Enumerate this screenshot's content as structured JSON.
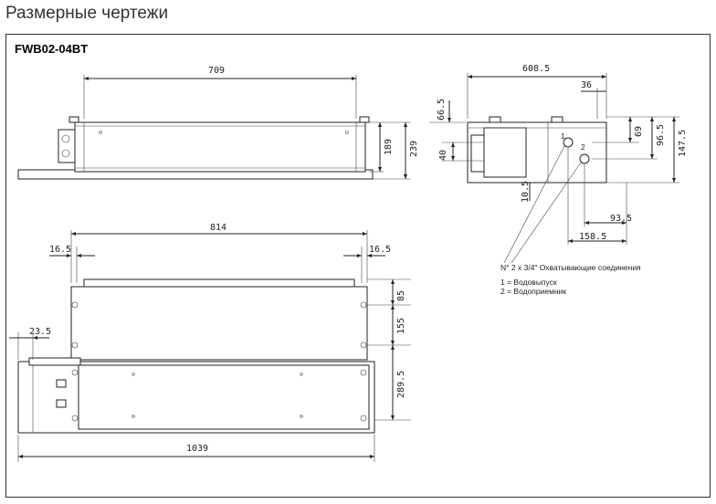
{
  "header": {
    "title": "Размерные чертежи"
  },
  "model": "FWB02-04BT",
  "dimensions": {
    "front_width": "709",
    "front_h1": "189",
    "front_h2": "239",
    "side_width": "608.5",
    "side_36": "36",
    "side_66": "66.5",
    "side_69": "69",
    "side_96": "96.5",
    "side_147": "147.5",
    "side_40": "40",
    "side_10": "10.5",
    "side_93": "93.5",
    "side_158": "158.5",
    "top_814": "814",
    "top_16a": "16.5",
    "top_16b": "16.5",
    "top_23": "23.5",
    "top_85": "85",
    "top_155": "155",
    "top_289": "289.5",
    "top_1039": "1039"
  },
  "notes": {
    "line1": "N° 2 x 3/4\" Охватывающие соединения",
    "line2": "1 = Водовыпуск",
    "line3": "2 = Водоприемник"
  },
  "labels": {
    "port1": "1",
    "port2": "2"
  }
}
